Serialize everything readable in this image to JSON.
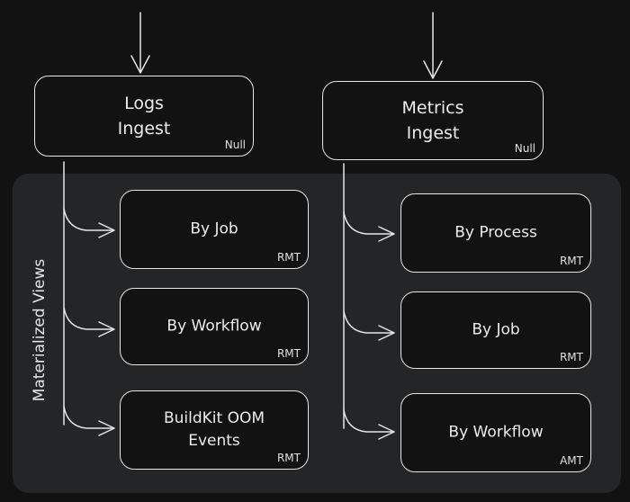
{
  "diagram": {
    "panel_label": "Materialized Views",
    "ingests": [
      {
        "id": "logs",
        "title_lines": [
          "Logs",
          "Ingest"
        ],
        "engine": "Null",
        "views": [
          {
            "title_lines": [
              "By Job"
            ],
            "engine": "RMT"
          },
          {
            "title_lines": [
              "By Workflow"
            ],
            "engine": "RMT"
          },
          {
            "title_lines": [
              "BuildKit OOM",
              "Events"
            ],
            "engine": "RMT"
          }
        ]
      },
      {
        "id": "metrics",
        "title_lines": [
          "Metrics",
          "Ingest"
        ],
        "engine": "Null",
        "views": [
          {
            "title_lines": [
              "By Process"
            ],
            "engine": "RMT"
          },
          {
            "title_lines": [
              "By Job"
            ],
            "engine": "RMT"
          },
          {
            "title_lines": [
              "By Workflow"
            ],
            "engine": "AMT"
          }
        ]
      }
    ]
  }
}
